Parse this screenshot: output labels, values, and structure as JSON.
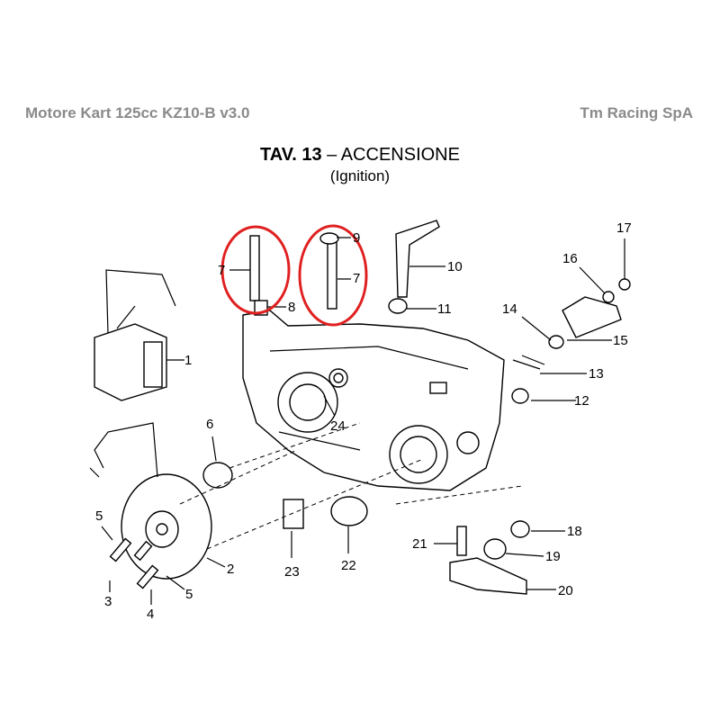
{
  "header": {
    "left": "Motore Kart 125cc KZ10-B v3.0",
    "right": "Tm Racing SpA"
  },
  "title": {
    "code": "TAV. 13",
    "separator": " – ",
    "name": "ACCENSIONE",
    "subtitle": "(Ignition)"
  },
  "callouts": [
    "1",
    "2",
    "3",
    "4",
    "5",
    "5",
    "6",
    "7",
    "7",
    "8",
    "9",
    "10",
    "11",
    "12",
    "13",
    "14",
    "15",
    "16",
    "17",
    "18",
    "19",
    "20",
    "21",
    "22",
    "23",
    "24"
  ],
  "highlight_color": "#e02020"
}
